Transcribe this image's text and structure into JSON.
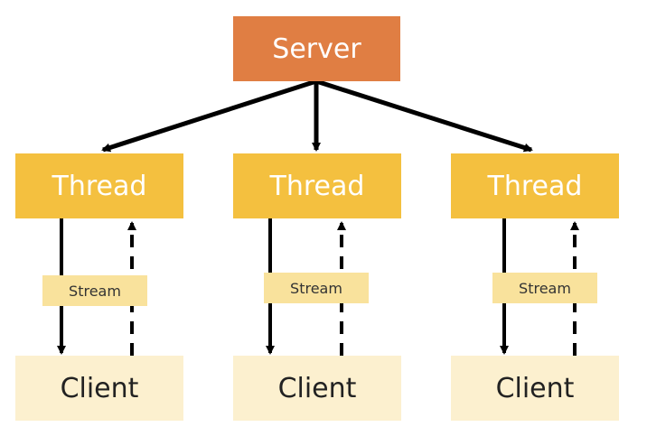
{
  "colors": {
    "server_fill": "#E07E43",
    "thread_fill": "#F4C03F",
    "stream_fill": "#F9E29C",
    "client_fill": "#FCF0CF",
    "server_text": "#FFFFFF",
    "thread_text": "#FFFFFF",
    "arrow": "#000000"
  },
  "server": {
    "label": "Server"
  },
  "threads": [
    {
      "label": "Thread"
    },
    {
      "label": "Thread"
    },
    {
      "label": "Thread"
    }
  ],
  "streams": [
    {
      "label": "Stream"
    },
    {
      "label": "Stream"
    },
    {
      "label": "Stream"
    }
  ],
  "clients": [
    {
      "label": "Client"
    },
    {
      "label": "Client"
    },
    {
      "label": "Client"
    }
  ]
}
